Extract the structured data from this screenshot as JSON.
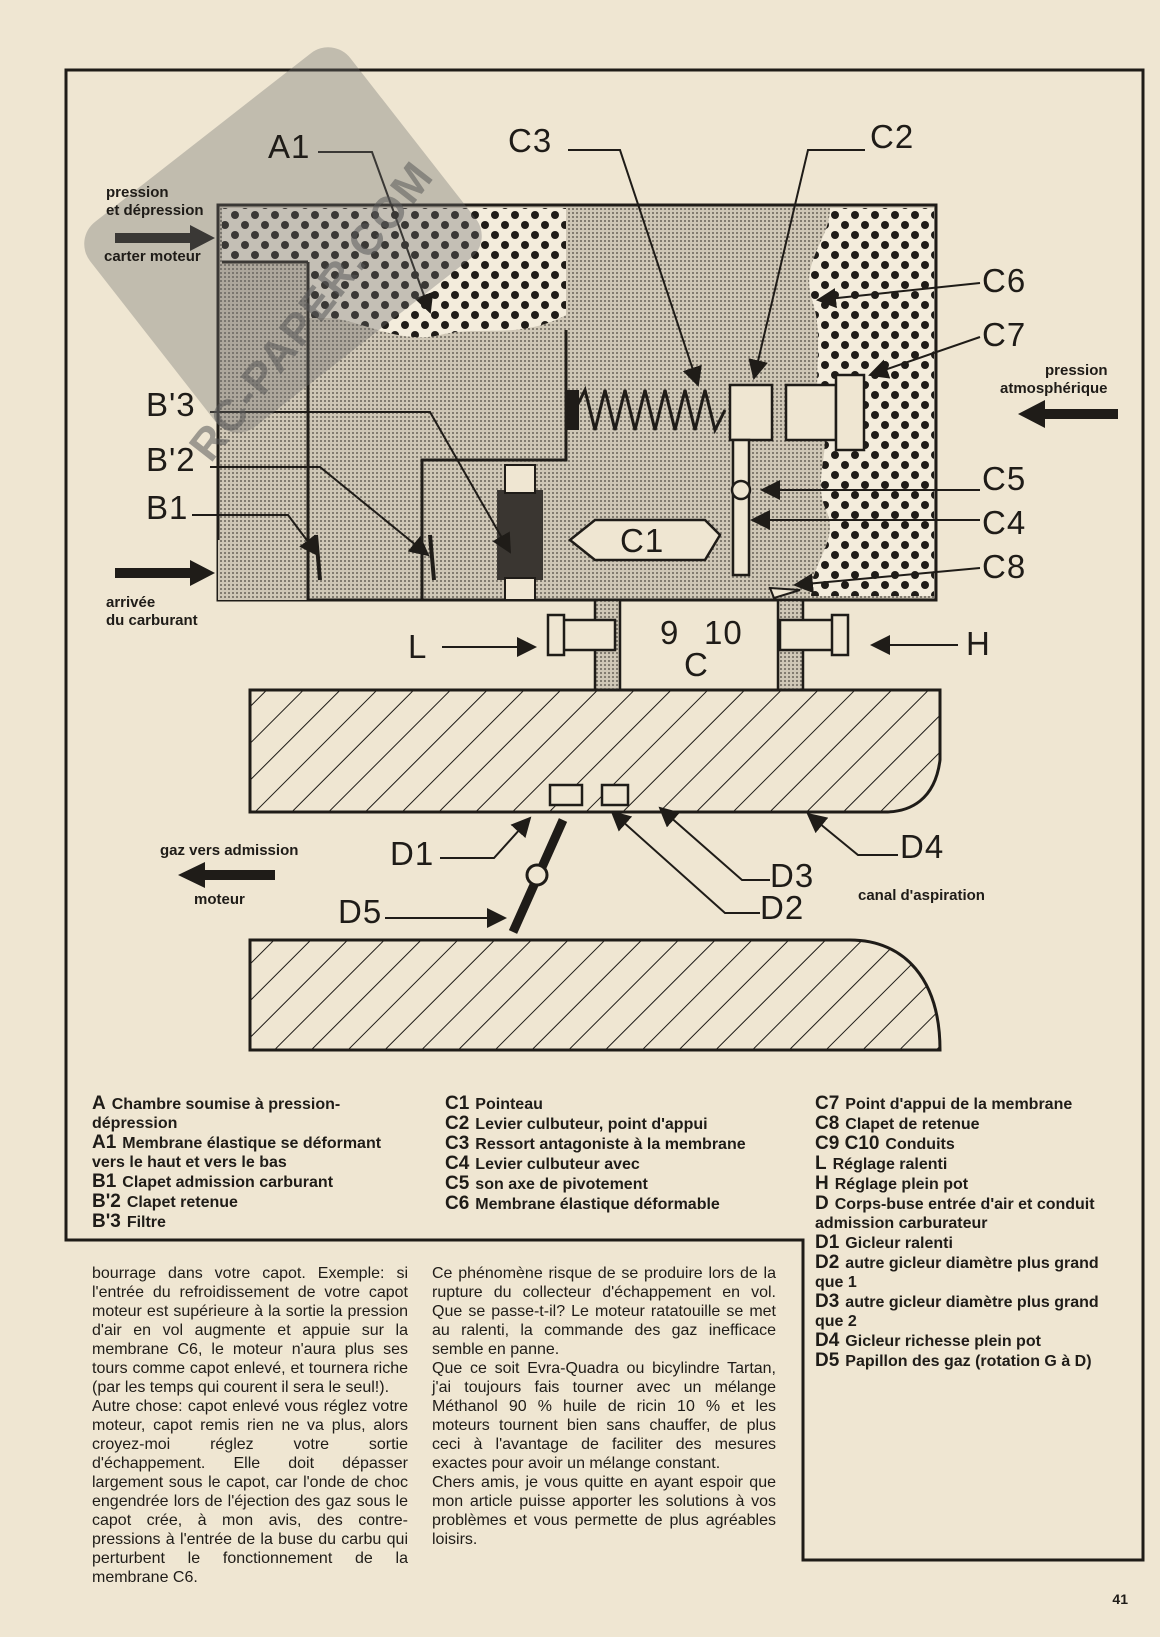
{
  "diagram": {
    "labels": {
      "A1": "A1",
      "C3": "C3",
      "C2": "C2",
      "C6": "C6",
      "C7": "C7",
      "C5": "C5",
      "C4": "C4",
      "C8": "C8",
      "B3": "B'3",
      "B2": "B'2",
      "B1": "B1",
      "C1": "C1",
      "L": "L",
      "H": "H",
      "n9": "9",
      "n10": "10",
      "C": "C",
      "D1": "D1",
      "D2": "D2",
      "D3": "D3",
      "D4": "D4",
      "D5": "D5"
    },
    "side_labels": {
      "pression_depression": "pression\net dépression",
      "carter_moteur": "carter moteur",
      "pression_atmospherique": "pression\natmosphérique",
      "arrivee_carburant": "arrivée\ndu carburant",
      "gaz_vers_admission": "gaz vers admission",
      "moteur": "moteur",
      "canal_aspiration": "canal d'aspiration"
    },
    "watermark": "RC-PAPER.COM"
  },
  "legend": {
    "col1": [
      {
        "key": "A",
        "text": "Chambre soumise à pression-dépression"
      },
      {
        "key": "A1",
        "text": "Membrane élastique se déformant vers le haut et vers le bas"
      },
      {
        "key": "B1",
        "text": "Clapet admission carburant"
      },
      {
        "key": "B'2",
        "text": "Clapet retenue"
      },
      {
        "key": "B'3",
        "text": "Filtre"
      }
    ],
    "col2": [
      {
        "key": "C1",
        "text": "Pointeau"
      },
      {
        "key": "C2",
        "text": "Levier culbuteur, point d'appui"
      },
      {
        "key": "C3",
        "text": "Ressort antagoniste à la membrane"
      },
      {
        "key": "C4",
        "text": "Levier culbuteur avec"
      },
      {
        "key": "C5",
        "text": "son axe de pivotement"
      },
      {
        "key": "C6",
        "text": "Membrane élastique déformable"
      }
    ],
    "col3": [
      {
        "key": "C7",
        "text": "Point d'appui de la membrane"
      },
      {
        "key": "C8",
        "text": "Clapet de retenue"
      },
      {
        "key": "C9\nC10",
        "text": "Conduits"
      },
      {
        "key": "L",
        "text": "Réglage ralenti"
      },
      {
        "key": "H",
        "text": "Réglage plein pot"
      },
      {
        "key": "D",
        "text": "Corps-buse entrée d'air et conduit admission carburateur"
      },
      {
        "key": "D1",
        "text": "Gicleur ralenti"
      },
      {
        "key": "D2",
        "text": "autre gicleur diamètre plus grand que 1"
      },
      {
        "key": "D3",
        "text": "autre gicleur diamètre plus grand que 2"
      },
      {
        "key": "D4",
        "text": "Gicleur richesse plein pot"
      },
      {
        "key": "D5",
        "text": "Papillon des gaz (rotation G à D)"
      }
    ]
  },
  "body": {
    "col1": [
      "bourrage dans votre capot. Exemple: si l'entrée du refroidissement de votre capot moteur est supérieure à la sortie la pression d'air en vol augmente et appuie sur la membrane C6, le moteur n'aura plus ses tours comme capot enlevé, et tournera riche (par les temps qui courent il sera le seul!).",
      "Autre chose: capot enlevé vous réglez votre moteur, capot remis rien ne va plus, alors croyez-moi réglez votre sortie d'échappement. Elle doit dépasser largement sous le capot, car l'onde de choc engendrée lors de l'éjection des gaz sous le capot crée, à mon avis, des contre-pressions à l'entrée de la buse du carbu qui perturbent le fonctionnement de la membrane C6."
    ],
    "col2": [
      "Ce phénomène risque de se produire lors de la rupture du collecteur d'échappement en vol. Que se passe-t-il? Le moteur ratatouille se met au ralenti, la commande des gaz inefficace semble en panne.",
      "Que ce soit Evra-Quadra ou bicylindre Tartan, j'ai toujours fais tourner avec un mélange Méthanol 90 % huile de ricin 10 % et les moteurs tournent bien sans chauffer, de plus ceci à l'avantage de faciliter des mesures exactes pour avoir un mélange constant.",
      "Chers amis, je vous quitte en ayant espoir que mon article puisse apporter les solutions à vos problèmes et vous permette de plus agréables loisirs."
    ]
  },
  "page_number": "41"
}
